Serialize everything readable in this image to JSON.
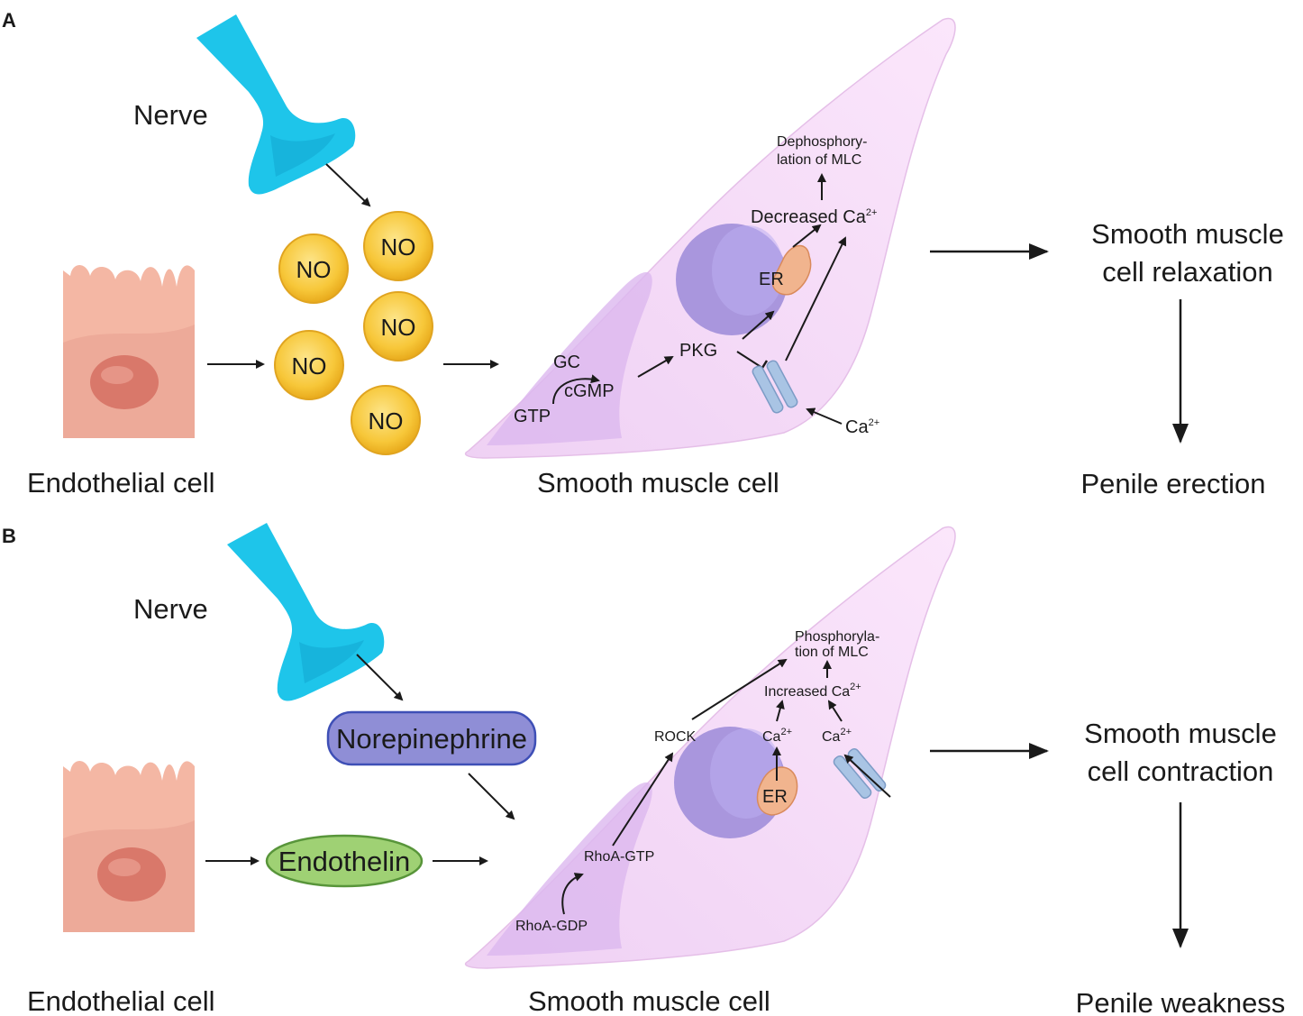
{
  "panel_a": {
    "label": "A",
    "nerve": "Nerve",
    "endothelial": "Endothelial cell",
    "smooth_muscle": "Smooth muscle cell",
    "no_labels": [
      "NO",
      "NO",
      "NO",
      "NO",
      "NO"
    ],
    "gc": "GC",
    "gtp": "GTP",
    "cgmp": "cGMP",
    "pkg": "PKG",
    "er": "ER",
    "decreased_ca": "Decreased Ca",
    "ca_sup": "2+",
    "ca": "Ca",
    "dephos_line1": "Dephosphory-",
    "dephos_line2": "lation of MLC",
    "result_line1": "Smooth muscle",
    "result_line2": "cell relaxation",
    "outcome": "Penile erection"
  },
  "panel_b": {
    "label": "B",
    "nerve": "Nerve",
    "endothelial": "Endothelial cell",
    "smooth_muscle": "Smooth muscle cell",
    "norepinephrine": "Norepinephrine",
    "endothelin": "Endothelin",
    "rhoa_gdp": "RhoA-GDP",
    "rhoa_gtp": "RhoA-GTP",
    "rock": "ROCK",
    "ca": "Ca",
    "ca_sup": "2+",
    "er": "ER",
    "increased_ca": "Increased Ca",
    "phos_line1": "Phosphoryla-",
    "phos_line2": "tion of MLC",
    "result_line1": "Smooth muscle",
    "result_line2": "cell contraction",
    "outcome": "Penile weakness"
  },
  "colors": {
    "nerve": "#1ec5ea",
    "no_fill": "#f7c739",
    "muscle_fill": "#f7dcf7",
    "nucleus": "#a996dd",
    "norepinephrine": "#8f8ed6",
    "endothelin": "#9fd174",
    "endothelial": "#f4b7a4"
  }
}
